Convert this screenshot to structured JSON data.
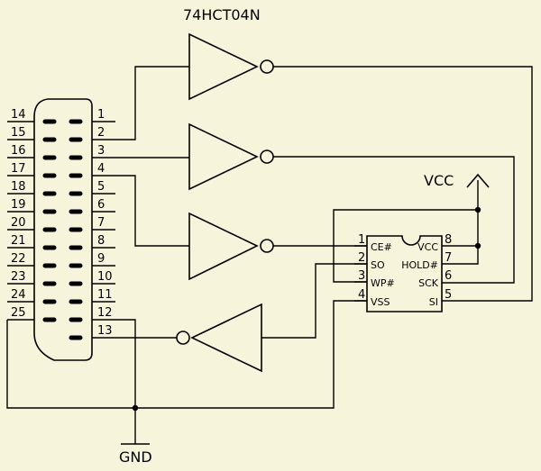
{
  "title": "74HCT04N",
  "vcc_label": "VCC",
  "gnd_label": "GND",
  "connector": {
    "left_pins": [
      "14",
      "15",
      "16",
      "17",
      "18",
      "19",
      "20",
      "21",
      "22",
      "23",
      "24",
      "25"
    ],
    "right_pins": [
      "1",
      "2",
      "3",
      "4",
      "5",
      "6",
      "7",
      "8",
      "9",
      "10",
      "11",
      "12",
      "13"
    ]
  },
  "chip": {
    "left": [
      {
        "num": "1",
        "name": "CE#"
      },
      {
        "num": "2",
        "name": "SO"
      },
      {
        "num": "3",
        "name": "WP#"
      },
      {
        "num": "4",
        "name": "VSS"
      }
    ],
    "right": [
      {
        "num": "8",
        "name": "VCC"
      },
      {
        "num": "7",
        "name": "HOLD#"
      },
      {
        "num": "6",
        "name": "SCK"
      },
      {
        "num": "5",
        "name": "SI"
      }
    ]
  }
}
